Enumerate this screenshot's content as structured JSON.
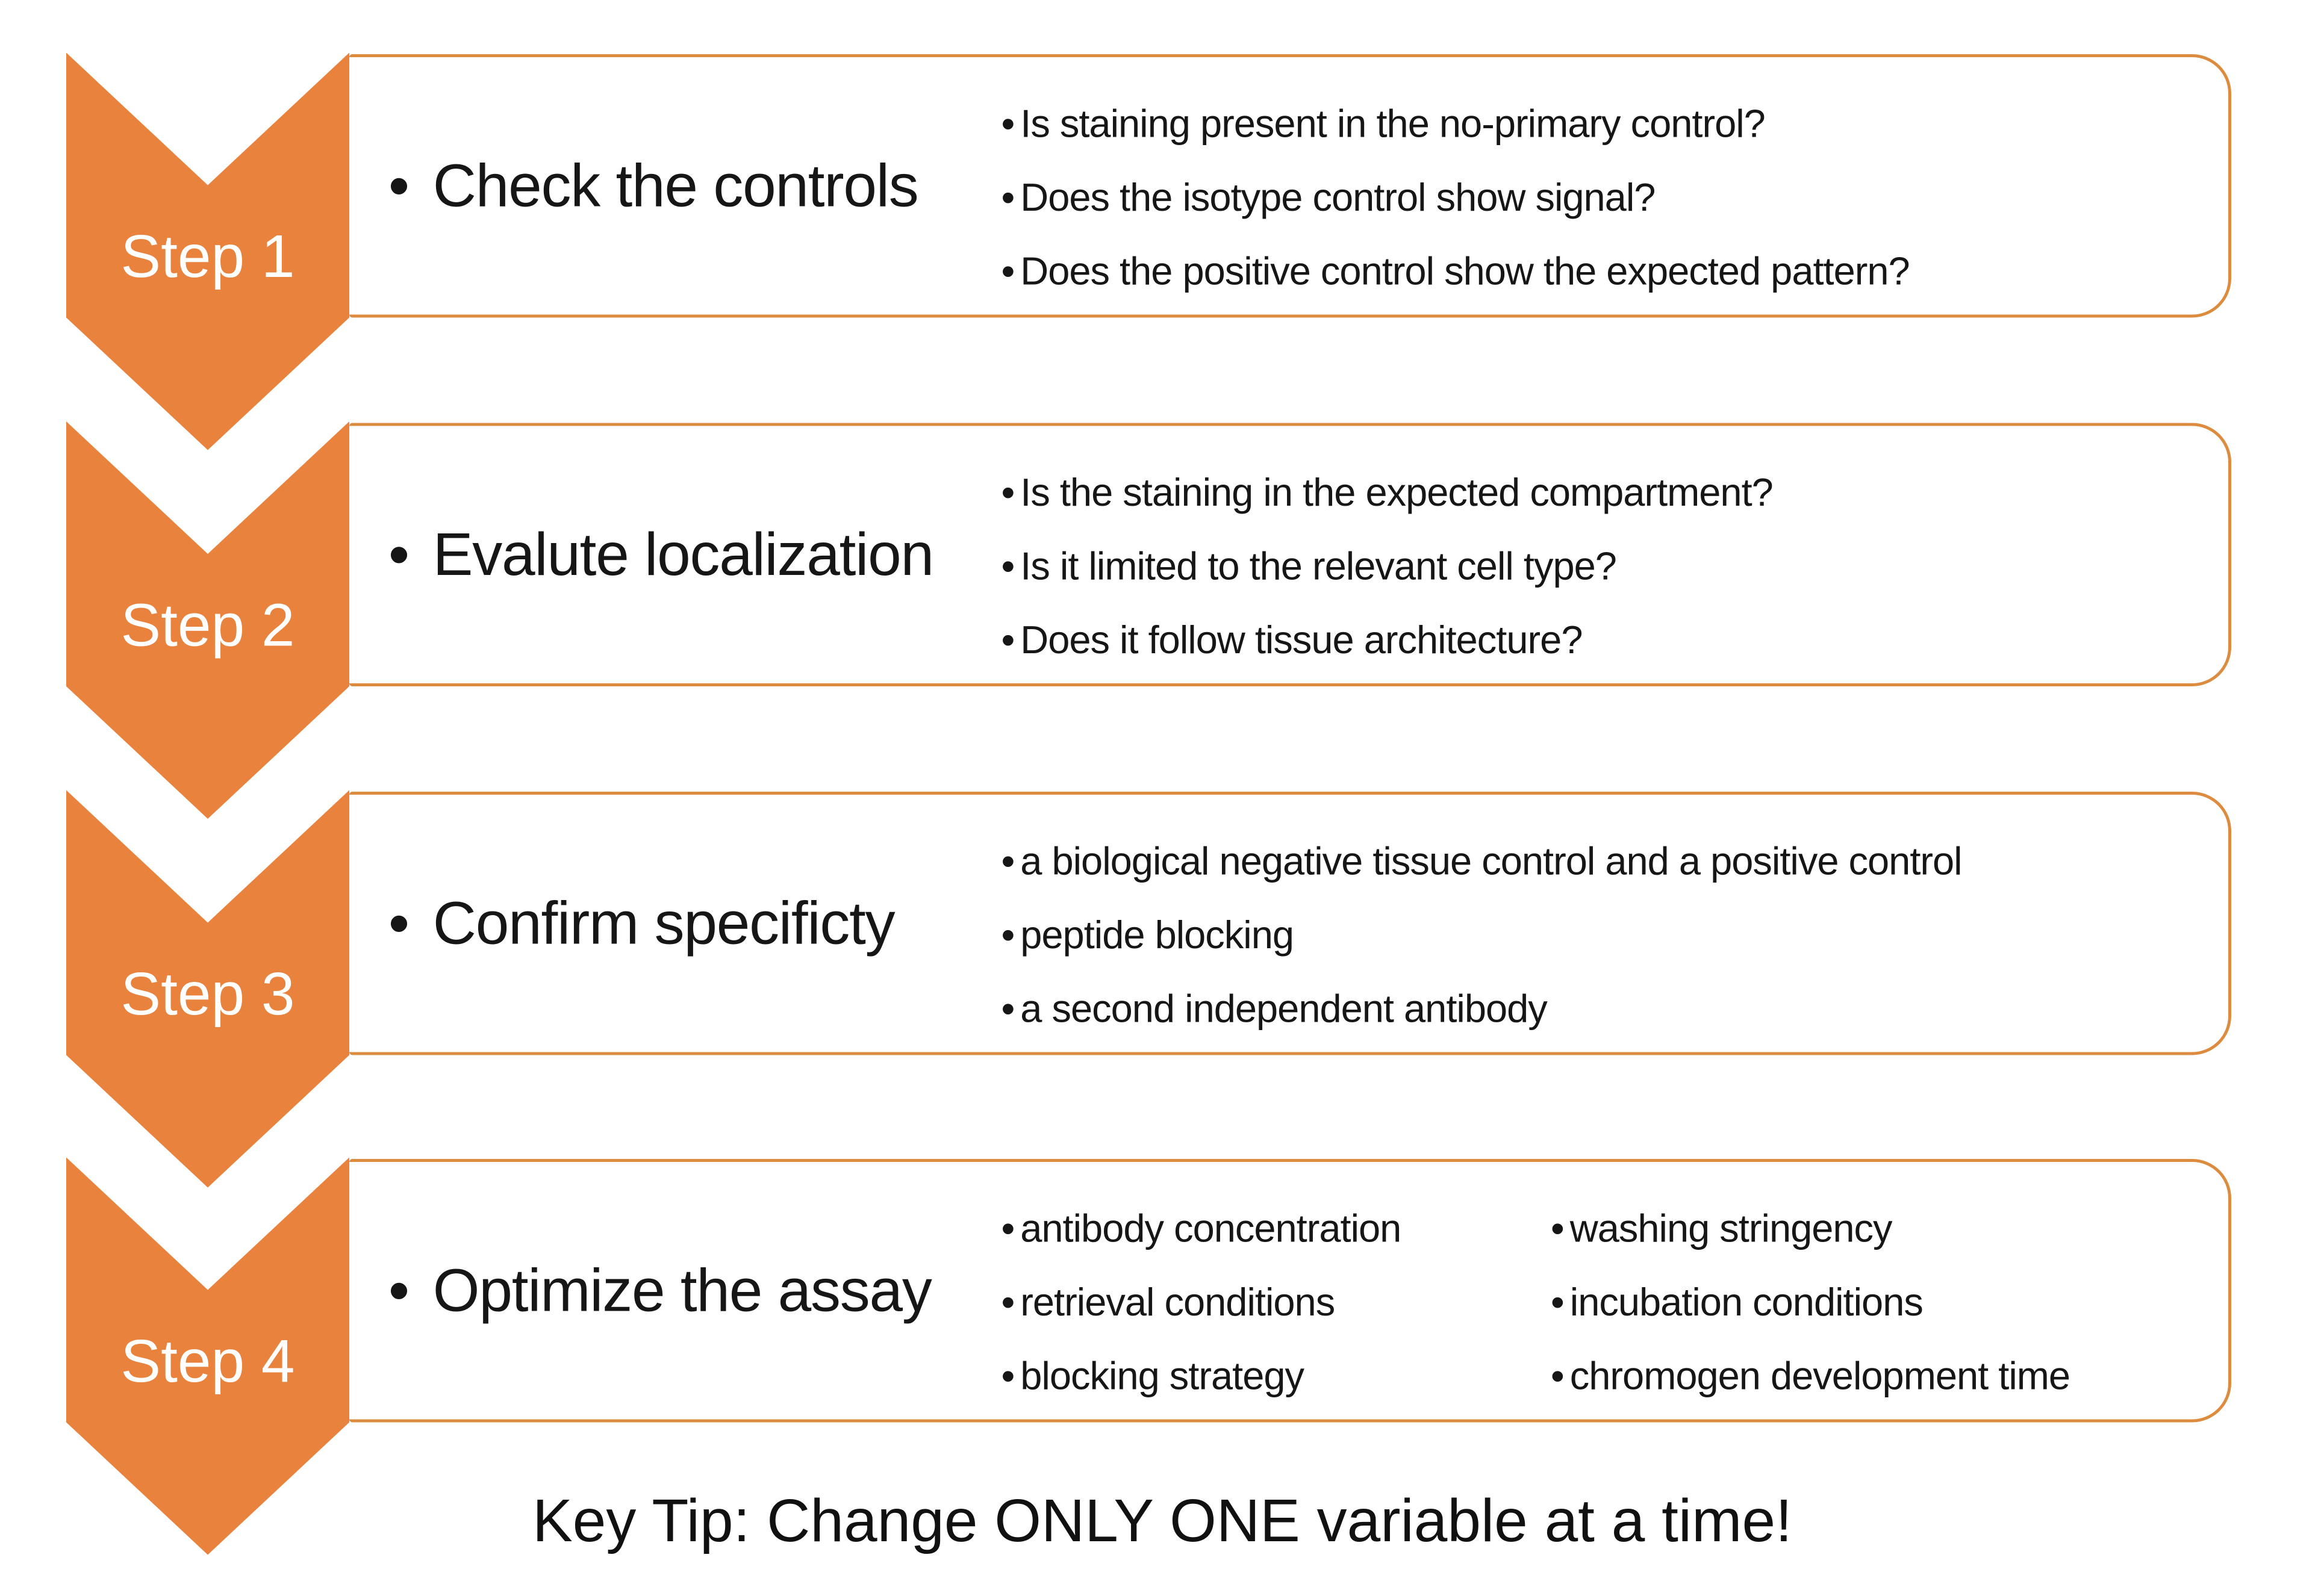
{
  "colors": {
    "chevron_fill": "#E8823C",
    "box_border": "#DD8C3F",
    "text": "#161616",
    "step_label": "#FFFFFF",
    "background": "#FFFFFF"
  },
  "steps": [
    {
      "label": "Step 1",
      "title": "Check the controls",
      "bullets": [
        "Is staining present in the no-primary control?",
        "Does the isotype control show signal?",
        "Does the positive control show the expected pattern?"
      ]
    },
    {
      "label": "Step 2",
      "title": "Evalute localization",
      "bullets": [
        "Is the staining in the expected compartment?",
        "Is it limited to the relevant cell type?",
        "Does it follow tissue architecture?"
      ]
    },
    {
      "label": "Step 3",
      "title": "Confirm specificty",
      "bullets": [
        "a biological negative tissue control and a positive control",
        "peptide blocking",
        "a second independent antibody"
      ]
    },
    {
      "label": "Step 4",
      "title": "Optimize the assay",
      "bullets_left": [
        "antibody concentration",
        "retrieval conditions",
        "blocking strategy"
      ],
      "bullets_right": [
        "washing stringency",
        "incubation conditions",
        "chromogen development time"
      ]
    }
  ],
  "footer": {
    "key_tip": "Key Tip: Change ONLY ONE variable at a time!"
  }
}
